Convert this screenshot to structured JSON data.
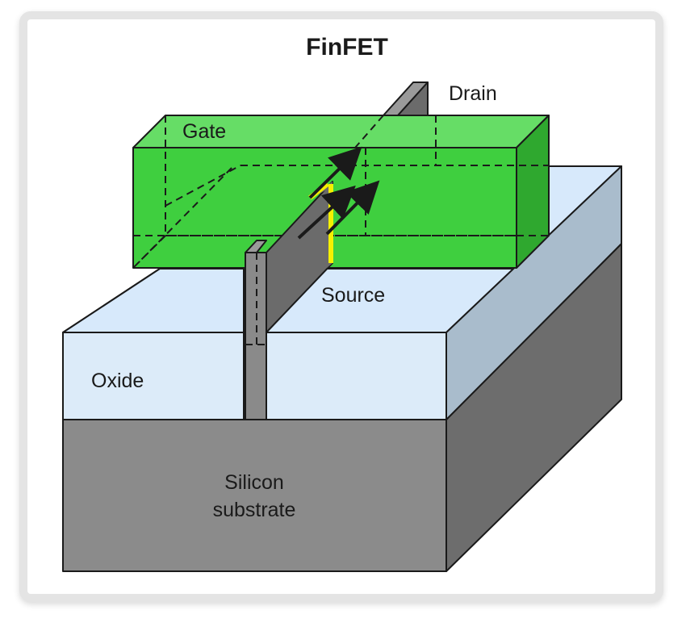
{
  "diagram": {
    "title": "FinFET",
    "labels": {
      "drain": "Drain",
      "gate": "Gate",
      "source": "Source",
      "oxide": "Oxide",
      "substrate_line1": "Silicon",
      "substrate_line2": "substrate"
    },
    "colors": {
      "gate": "#3fcf3f",
      "gate_side": "#2fa82f",
      "gate_top": "#66dd66",
      "oxide_front": "#dcebf9",
      "oxide_top": "#d7e9fb",
      "oxide_side": "#a9bccc",
      "substrate_front": "#8b8b8b",
      "substrate_side": "#6d6d6d",
      "fin": "#8a8a8a",
      "fin_side": "#6b6b6b",
      "channel_highlight": "#f5f000",
      "current_arrow": "#1a1a1a"
    }
  }
}
